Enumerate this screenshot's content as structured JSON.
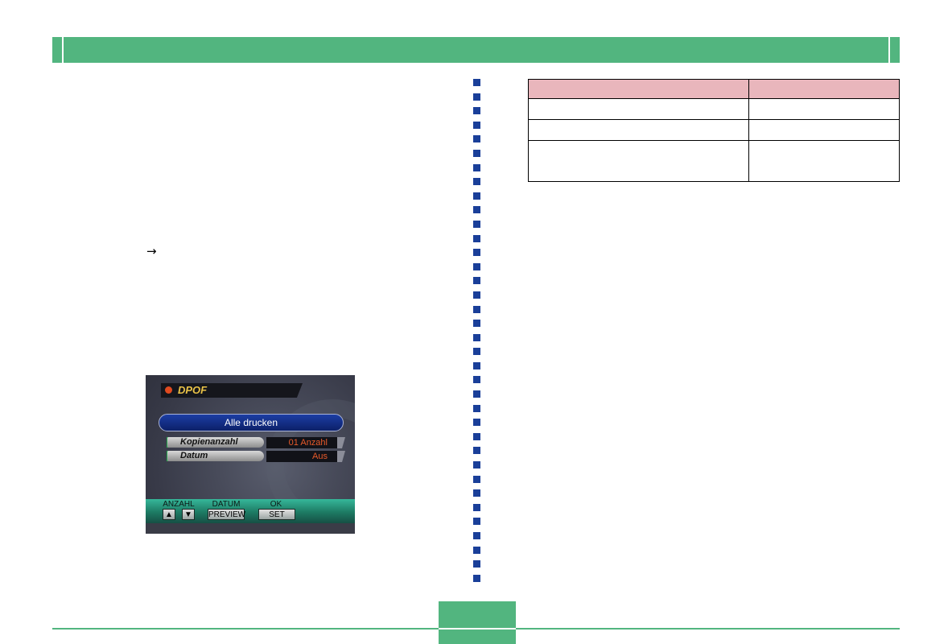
{
  "colors": {
    "accent_green": "#52b57f",
    "divider_blue": "#1a3f99",
    "table_header_pink": "#e9b6bc",
    "dpof_title_yellow": "#e9c247",
    "value_orange": "#e85a2a"
  },
  "body": {
    "arrow_glyph": "→"
  },
  "camera_screen": {
    "title": "DPOF",
    "selected_option": "Alle drucken",
    "settings": [
      {
        "label": "Kopienanzahl",
        "value": "01 Anzahl"
      },
      {
        "label": "Datum",
        "value": "Aus"
      }
    ],
    "soft_keys": {
      "anzahl_label": "ANZAHL",
      "up_key": "▲",
      "down_key": "▼",
      "datum_label": "DATUM",
      "preview_key": "PREVIEW",
      "ok_label": "OK",
      "set_key": "SET"
    }
  },
  "table": {
    "rows": 4,
    "columns": 2
  }
}
